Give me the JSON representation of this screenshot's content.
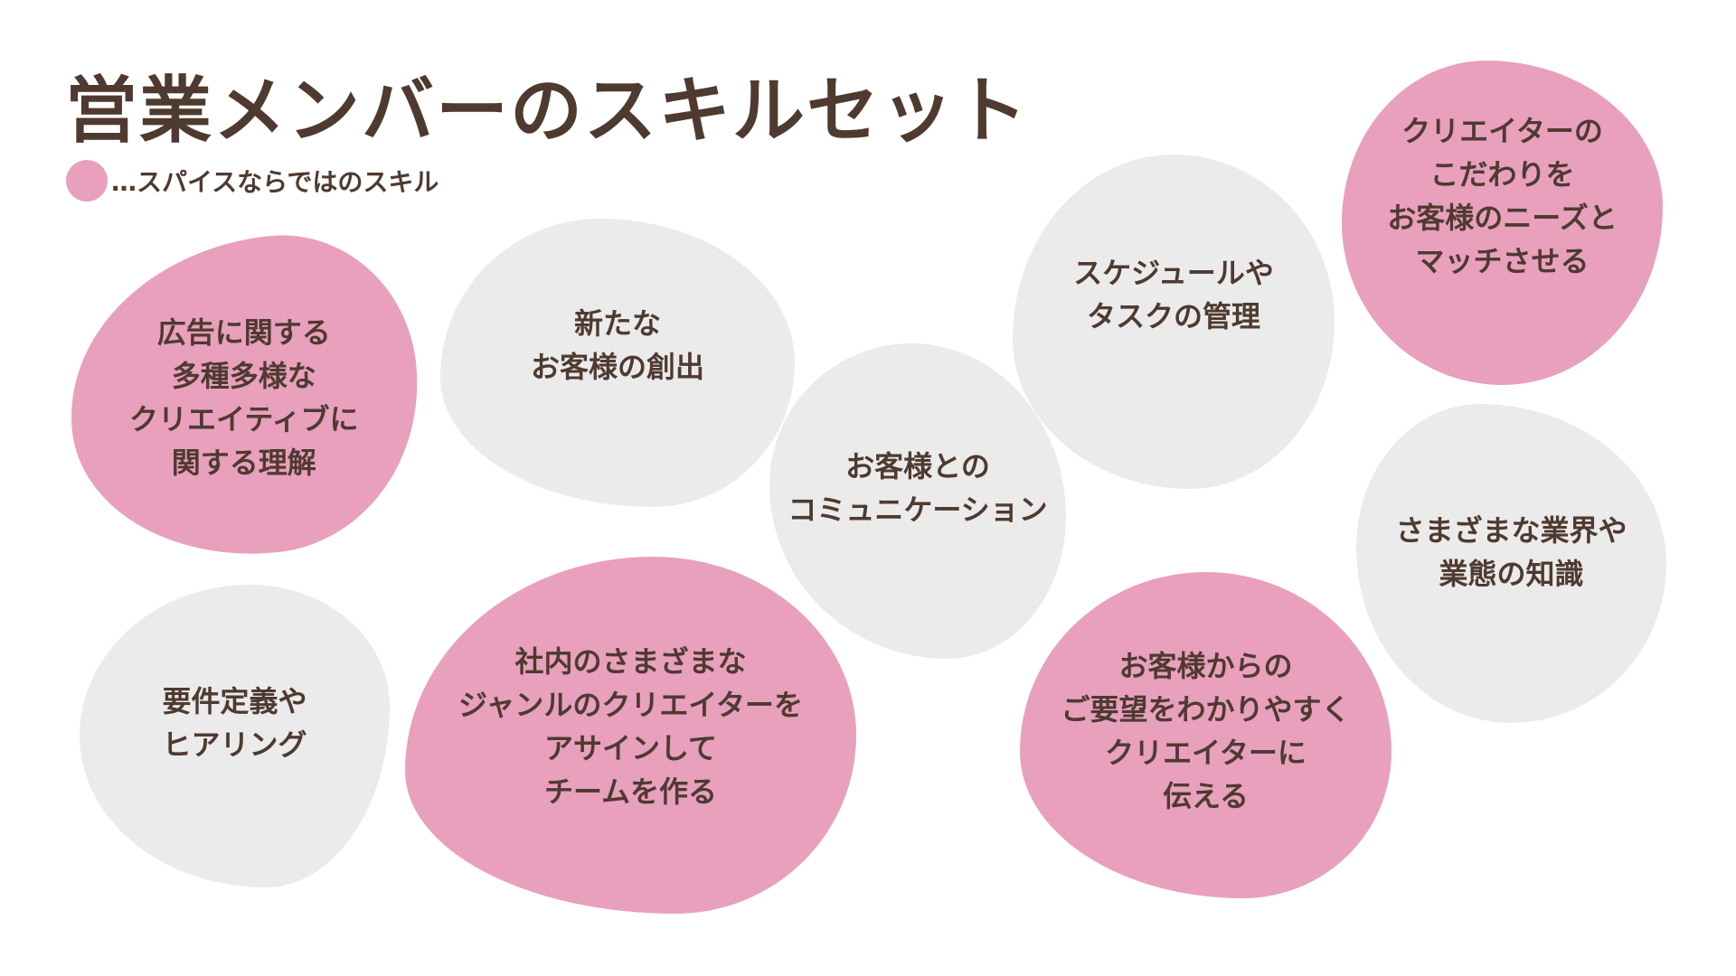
{
  "title": "営業メンバーのスキルセット",
  "legend": {
    "text": "…スパイスならではのスキル",
    "color": "#e8a0bd"
  },
  "colors": {
    "special": "#e8a0bd",
    "normal": "#ebebeb",
    "text": "#4f3a30"
  },
  "skills": [
    {
      "text": "広告に関する\n多種多様な\nクリエイティブに\n関する理解",
      "special": true
    },
    {
      "text": "新たな\nお客様の創出",
      "special": false
    },
    {
      "text": "お客様との\nコミュニケーション",
      "special": false
    },
    {
      "text": "スケジュールや\nタスクの管理",
      "special": false
    },
    {
      "text": "クリエイターの\nこだわりを\nお客様のニーズと\nマッチさせる",
      "special": true
    },
    {
      "text": "さまざまな業界や\n業態の知識",
      "special": false
    },
    {
      "text": "要件定義や\nヒアリング",
      "special": false
    },
    {
      "text": "社内のさまざまな\nジャンルのクリエイターを\nアサインして\nチームを作る",
      "special": true
    },
    {
      "text": "お客様からの\nご要望をわかりやすく\nクリエイターに\n伝える",
      "special": true
    }
  ]
}
